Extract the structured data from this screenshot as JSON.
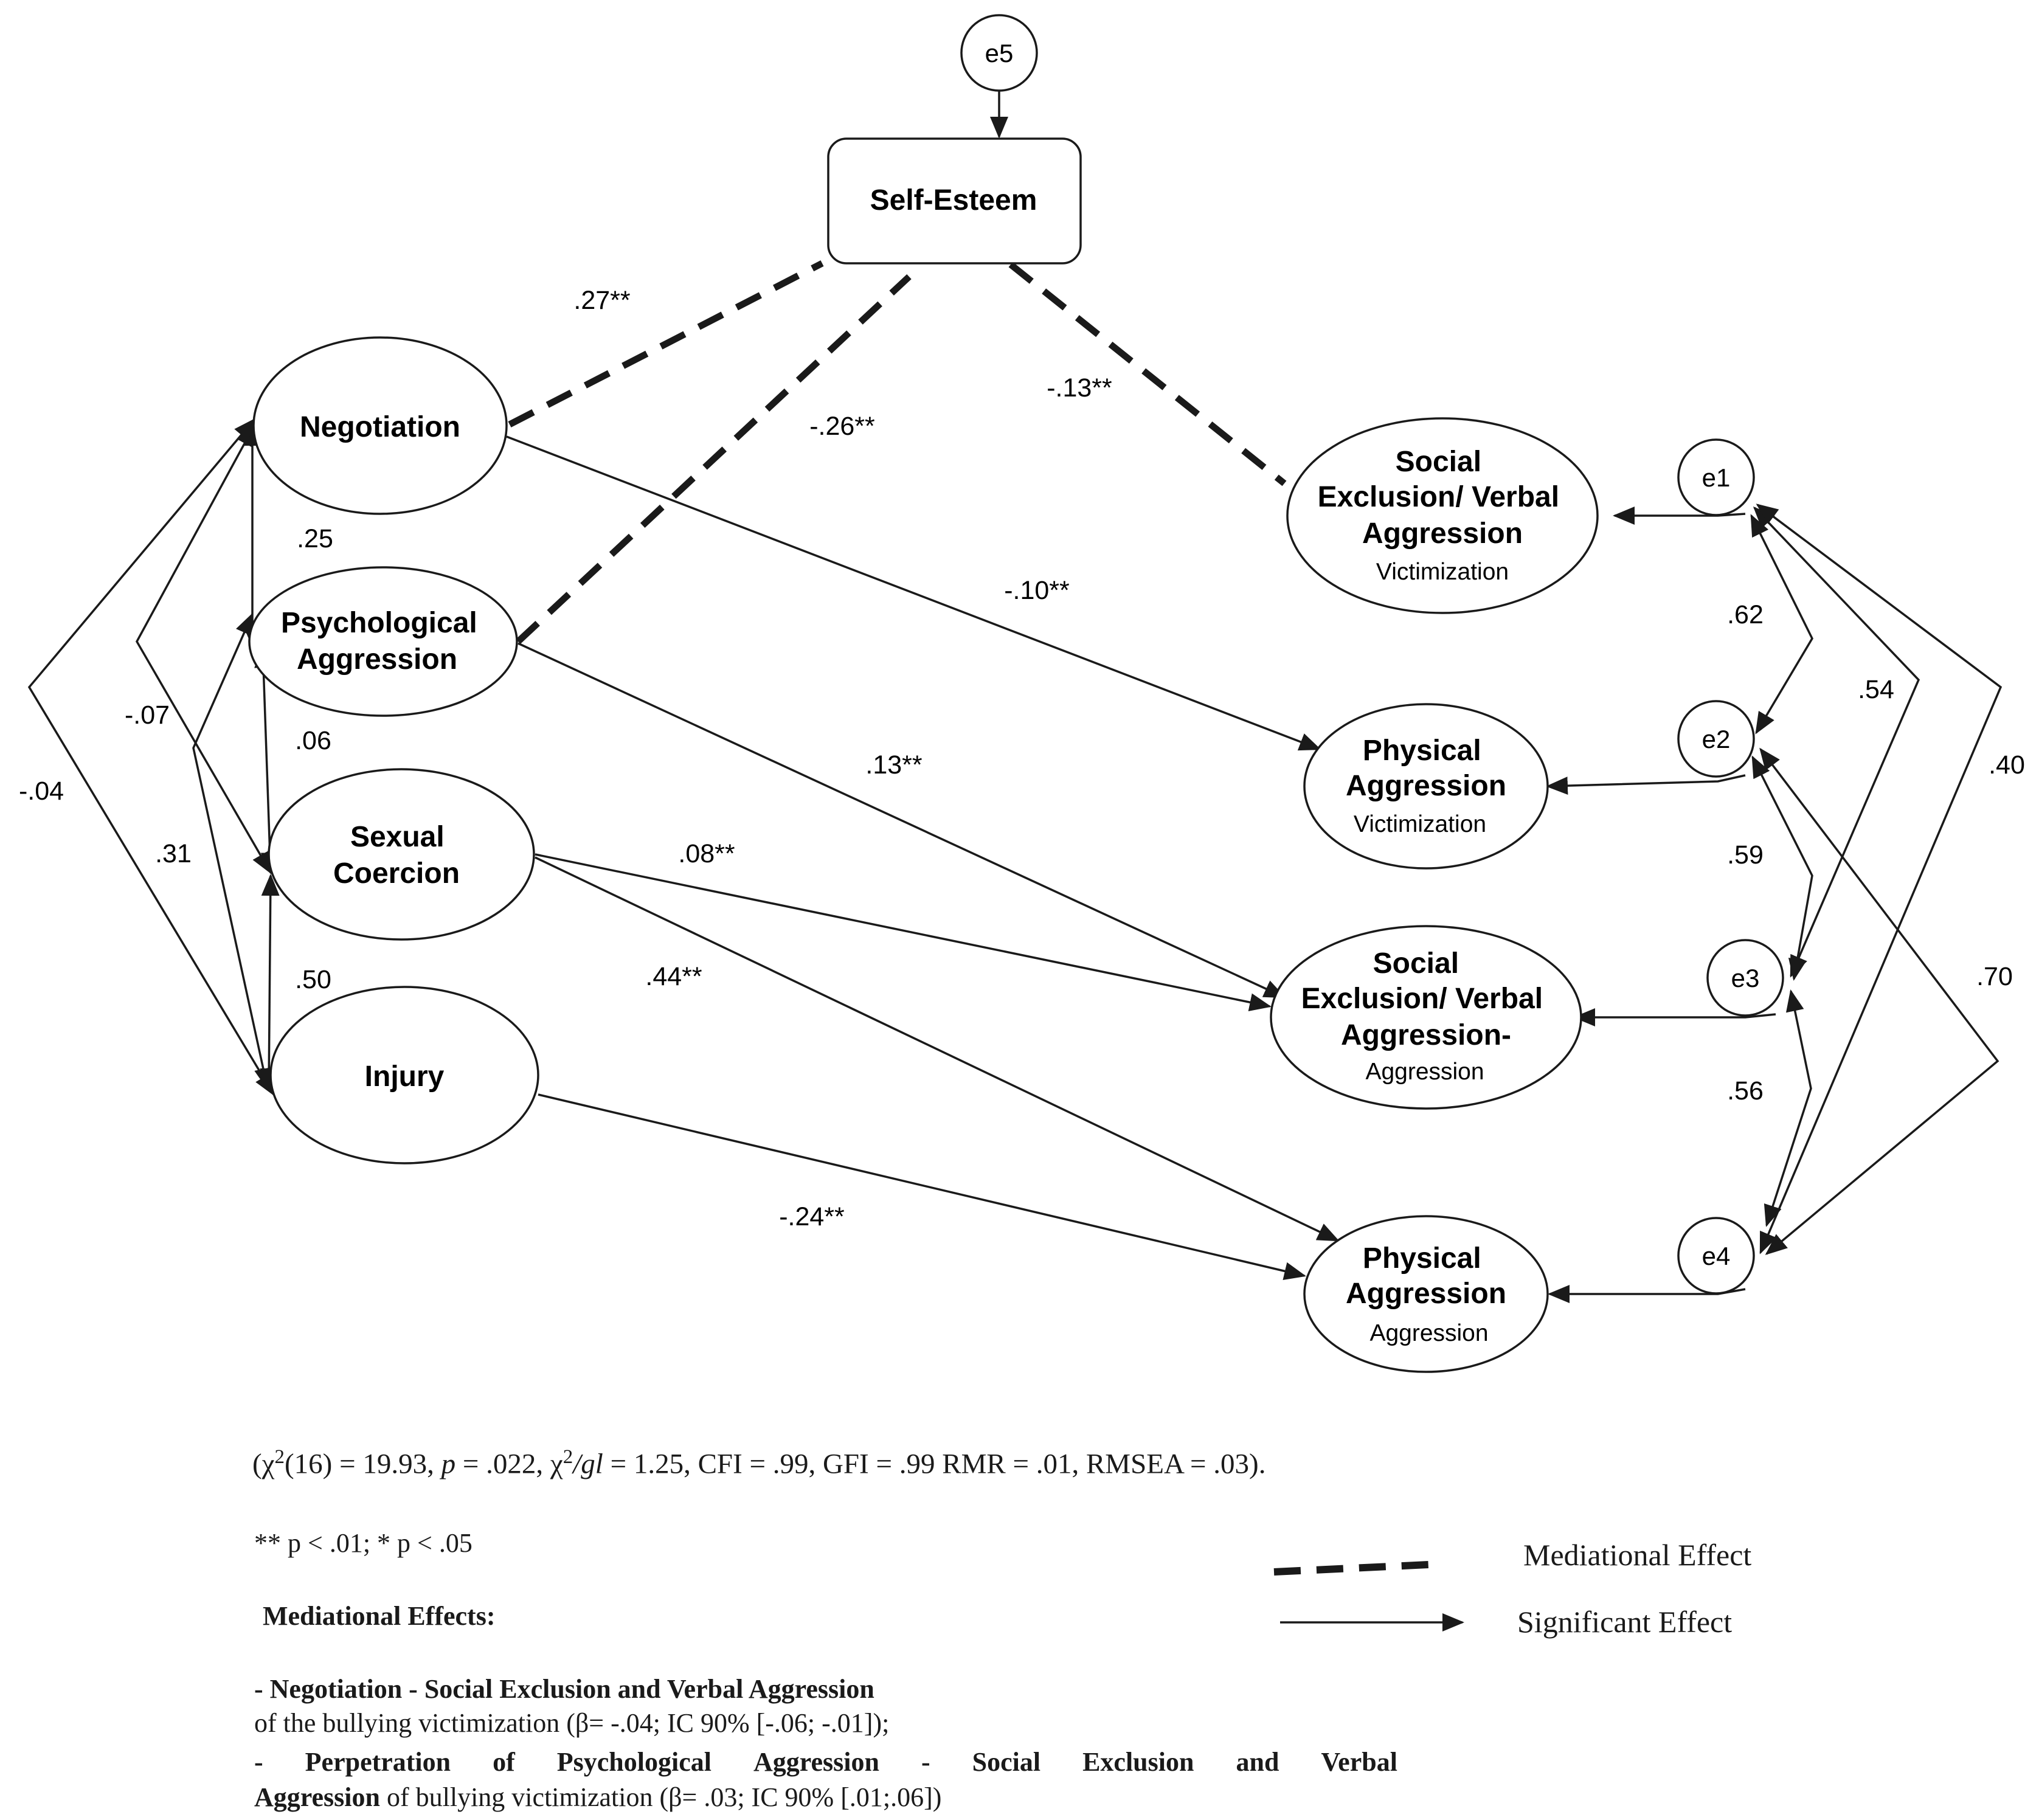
{
  "nodes": {
    "self_esteem": "Self-Esteem",
    "negotiation": "Negotiation",
    "psych_aggression": [
      "Psychological",
      "Aggression"
    ],
    "sexual_coercion": [
      "Sexual",
      "Coercion"
    ],
    "injury": "Injury",
    "sevv": {
      "title": [
        "Social",
        "Exclusion/ Verbal",
        "Aggression"
      ],
      "sub": "Victimization"
    },
    "pav": {
      "title": [
        "Physical",
        "Aggression"
      ],
      "sub": "Victimization"
    },
    "seva": {
      "title": [
        "Social",
        "Exclusion/ Verbal",
        "Aggression-"
      ],
      "sub": "Aggression"
    },
    "paa": {
      "title": [
        "Physical",
        "Aggression"
      ],
      "sub": "Aggression"
    }
  },
  "errors": [
    "e1",
    "e2",
    "e3",
    "e4",
    "e5"
  ],
  "paths": {
    "neg_se": ".27**",
    "pa_se": "-.26**",
    "se_sevv": "-.13**",
    "neg_pav": "-.10**",
    "pa_seva": ".13**",
    "sc_seva": ".08**",
    "sc_paa": ".44**",
    "inj_paa": "-.24**"
  },
  "covariances": {
    "neg_pa": ".25",
    "pa_sc": ".06",
    "sc_inj": ".50",
    "neg_sc": "-.07",
    "neg_inj": "-.04",
    "pa_inj": ".31",
    "e1_e2": ".62",
    "e2_e3": ".59",
    "e3_e4": ".56",
    "e1_e3": ".54",
    "e1_e4": ".40",
    "e2_e4": ".70"
  },
  "fit": {
    "open": "(χ",
    "sup1": "2",
    "df": "(16) = 19.93, ",
    "p_sym": "p",
    "p_val": " = .022, χ",
    "sup2": "2",
    "gl": "/gl",
    "rest": " = 1.25, CFI = .99, GFI = .99 RMR = .01, RMSEA = .03)."
  },
  "significance_note": "** p < .01; * p < .05",
  "legend": {
    "mediational": "Mediational Effect",
    "significant": "Significant Effect"
  },
  "mediational": {
    "heading": "Mediational Effects:",
    "item1_bold": "- Negotiation - Social Exclusion and Verbal Aggression",
    "item1_rest": "of the bullying victimization  (β= -.04; IC 90% [-.06; -.01]);",
    "item2_words": [
      "-",
      "Perpetration",
      "of",
      "Psychological",
      "Aggression",
      "-",
      "Social",
      "Exclusion",
      "and",
      "Verbal"
    ],
    "item2_bold_end": "Aggression",
    "item2_rest": " of bullying victimization  (β= .03; IC 90% [.01;.06])"
  }
}
